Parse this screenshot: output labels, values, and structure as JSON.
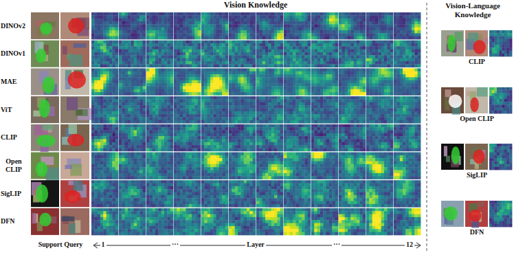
{
  "diagram": {
    "labels": [
      "Vision Knowledge",
      "Vision-Language Knowledge",
      "DINOv2",
      "DINOv1",
      "MAE",
      "ViT",
      "CLIP",
      "Open CLIP",
      "SigLIP",
      "DFN",
      "Support Query",
      "1",
      "···",
      "Layer",
      "···",
      "12",
      "CLIP",
      "Open CLIP",
      "SigLIP",
      "DFN"
    ]
  }
}
